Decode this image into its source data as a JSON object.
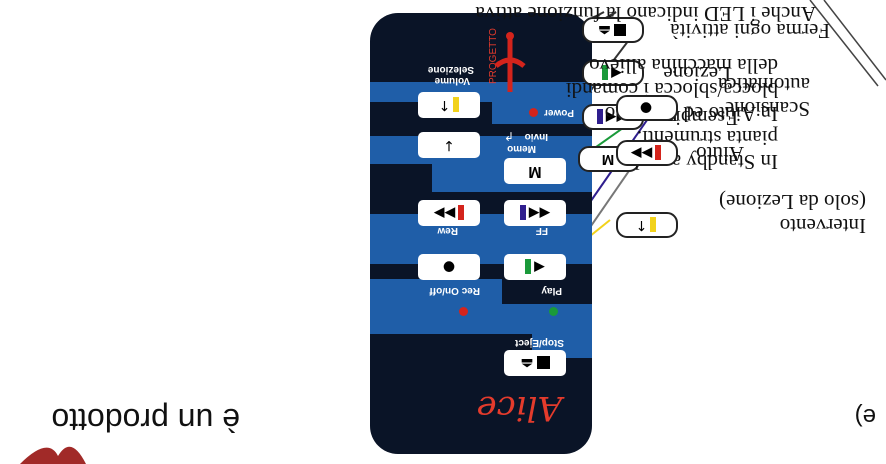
{
  "remote": {
    "brand": "Alice",
    "progetto": "PROGETTO",
    "power": "Power",
    "volume_label_1": "Volume",
    "volume_label_2": "Selezione",
    "memo_label_1": "Memo",
    "memo_label_2": "Invio",
    "memo_key": "M",
    "rew": "Rew",
    "ff": "FF",
    "rec": "Rec On/off",
    "play": "Play",
    "stop": "Stop/Eject"
  },
  "labels": {
    "stop_desc": "Ferma ogni attività",
    "lezione": "Lezione",
    "esempio": "Esempio",
    "memo_desc": [
      "In Standby apre la",
      "pianta strumenti.",
      "In Aiuto ed  Esempio",
      "blocca/sblocca i comandi",
      "della macchina allievo"
    ],
    "m_key": "M",
    "scansione": [
      "Scansione",
      "automatica"
    ],
    "aiuto": "Aiuto",
    "intervento": [
      "Intervento",
      "(solo da Lezione)"
    ],
    "led_note": "Anche i LED indicano la funzione attiva",
    "prodotto": "è un prodotto",
    "partial": "e)"
  },
  "colors": {
    "remote_body": "#0a1427",
    "remote_band": "#1f5ea8",
    "red": "#d4241c",
    "yellow": "#f2d21b",
    "green": "#1a9a3a",
    "purple": "#2f1e8e"
  }
}
